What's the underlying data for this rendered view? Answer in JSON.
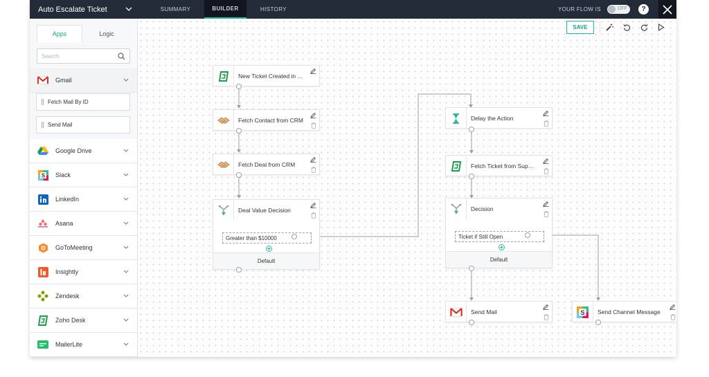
{
  "header": {
    "flow_title": "Auto Escalate Ticket",
    "tabs": [
      "SUMMARY",
      "BUILDER",
      "HISTORY"
    ],
    "active_tab": "BUILDER",
    "flow_status_label": "YOUR FLOW IS",
    "toggle_label": "OFF",
    "help_label": "?"
  },
  "sidebar": {
    "tabs": [
      "Apps",
      "Logic"
    ],
    "active_tab": "Apps",
    "search_placeholder": "Search",
    "apps": [
      {
        "name": "Gmail",
        "icon": "gmail-icon",
        "expanded": true
      },
      {
        "name": "Google Drive",
        "icon": "google-drive-icon"
      },
      {
        "name": "Slack",
        "icon": "slack-icon"
      },
      {
        "name": "LinkedIn",
        "icon": "linkedin-icon"
      },
      {
        "name": "Asana",
        "icon": "asana-icon"
      },
      {
        "name": "GoToMeeting",
        "icon": "gotomeeting-icon"
      },
      {
        "name": "Insightly",
        "icon": "insightly-icon"
      },
      {
        "name": "Zendesk",
        "icon": "zendesk-icon"
      },
      {
        "name": "Zoho Desk",
        "icon": "zoho-desk-icon"
      },
      {
        "name": "MailerLite",
        "icon": "mailerlite-icon"
      }
    ],
    "gmail_actions": [
      "Fetch Mail By ID",
      "Send Mail"
    ]
  },
  "toolbar": {
    "save_label": "SAVE",
    "tools": [
      "magic-wand-icon",
      "undo-icon",
      "redo-icon",
      "play-icon"
    ]
  },
  "nodes": {
    "new_ticket": {
      "title": "New Ticket Created in ...",
      "icon": "zoho-desk-icon"
    },
    "fetch_contact": {
      "title": "Fetch Contact from CRM",
      "icon": "crm-icon"
    },
    "fetch_deal": {
      "title": "Fetch Deal from CRM",
      "icon": "crm-icon"
    },
    "deal_decision": {
      "title": "Deal Value Decision",
      "icon": "decision-icon",
      "condition": "Greater than $10000",
      "default_label": "Default"
    },
    "delay": {
      "title": "Delay the Action",
      "icon": "hourglass-icon"
    },
    "fetch_ticket": {
      "title": "Fetch Ticket from Supp...",
      "icon": "zoho-desk-icon"
    },
    "decision": {
      "title": "Decision",
      "icon": "decision-icon",
      "condition": "Ticket if Still Open",
      "default_label": "Default"
    },
    "send_mail": {
      "title": "Send Mail",
      "icon": "gmail-icon"
    },
    "send_channel": {
      "title": "Send Channel Message",
      "icon": "slack-icon"
    }
  },
  "colors": {
    "topbar": "#232b39",
    "accent": "#1abc9c",
    "wire": "#9aa0a8"
  }
}
